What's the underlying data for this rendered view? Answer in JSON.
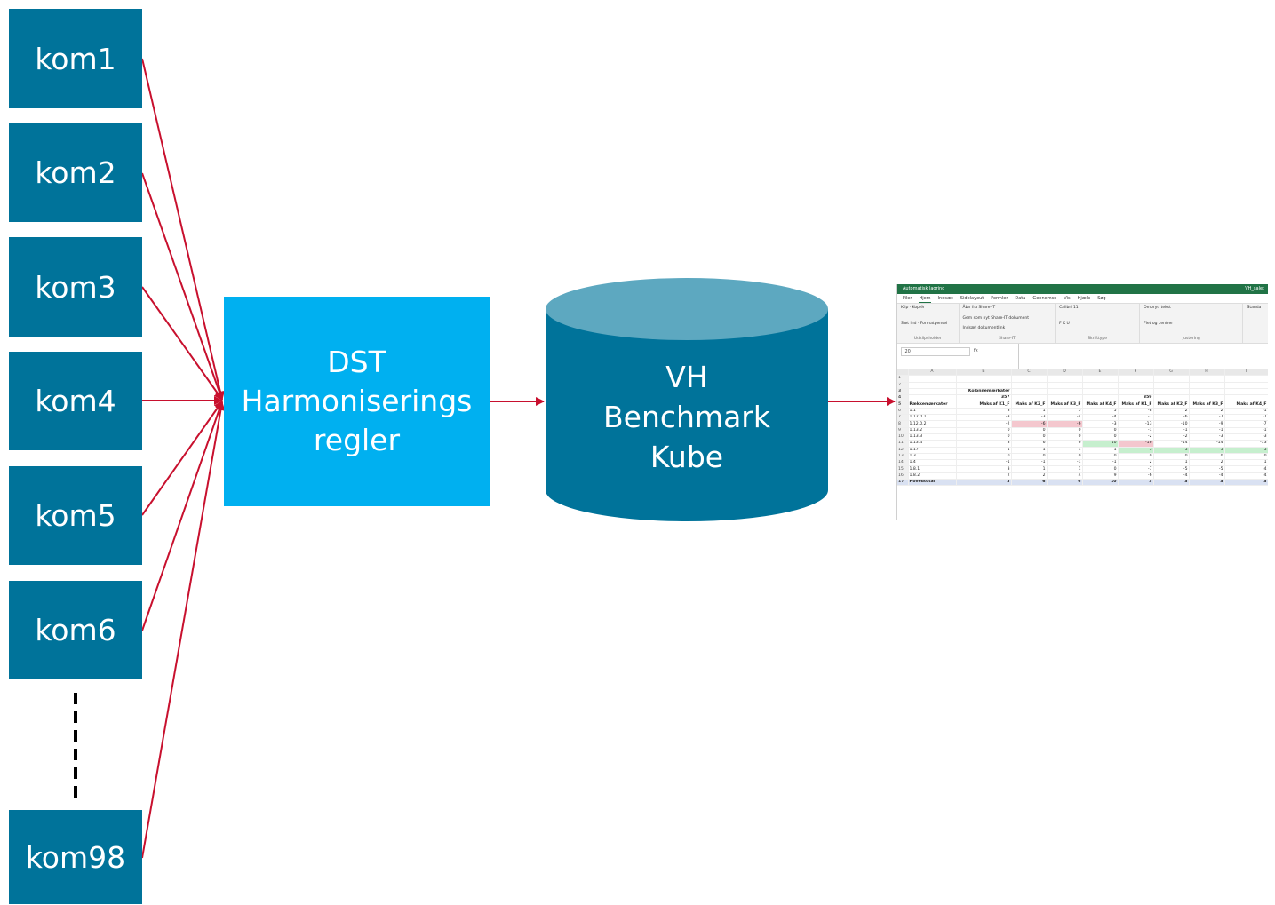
{
  "sources": [
    {
      "label": "kom1"
    },
    {
      "label": "kom2"
    },
    {
      "label": "kom3"
    },
    {
      "label": "kom4"
    },
    {
      "label": "kom5"
    },
    {
      "label": "kom6"
    },
    {
      "label": "kom98"
    }
  ],
  "harmonisering": {
    "line1": "DST",
    "line2": "Harmoniserings",
    "line3": "regler"
  },
  "kube": {
    "line1": "VH",
    "line2": "Benchmark",
    "line3": "Kube"
  },
  "colors": {
    "source_box": "#00739a",
    "harmonisering_box": "#00b0f0",
    "cylinder_body": "#00739a",
    "cylinder_top": "#5da8c0",
    "arrows": "#c8102e",
    "excel_green": "#217346"
  },
  "excel": {
    "title_left": "Automatisk lagring",
    "title_right": "VH_salet",
    "menu": [
      "Filer",
      "Hjem",
      "Indsæt",
      "Sidelayout",
      "Formler",
      "Data",
      "Gennemse",
      "Vis",
      "Hjælp",
      "Søg"
    ],
    "ribbon_groups": [
      {
        "items": [
          "Klip",
          "Kopiér",
          "Formatpensel",
          "Sæt ind"
        ],
        "name": "Udklipsholder"
      },
      {
        "items": [
          "Åbn fra Share-IT",
          "Gem som nyt Share-IT dokument",
          "Indsæt dokumentlink"
        ],
        "name": "Share-IT"
      },
      {
        "items": [
          "Calibri",
          "11",
          "F K U"
        ],
        "name": "Skrifttype"
      },
      {
        "items": [
          "Ombryd tekst",
          "Flet og centrer"
        ],
        "name": "Justering"
      },
      {
        "items": [
          "Standa"
        ],
        "name": ""
      }
    ],
    "namebox": "I20",
    "fx": "fx",
    "columns": [
      "",
      "A",
      "B",
      "C",
      "D",
      "E",
      "F",
      "G",
      "H",
      "I"
    ],
    "rows": [
      {
        "n": "1",
        "cells": [
          "",
          "",
          "",
          "",
          "",
          "",
          "",
          "",
          ""
        ]
      },
      {
        "n": "2",
        "cells": [
          "",
          "",
          "",
          "",
          "",
          "",
          "",
          "",
          ""
        ]
      },
      {
        "n": "3",
        "cells": [
          "",
          "Kolonnemærkater",
          "",
          "",
          "",
          "",
          "",
          "",
          ""
        ]
      },
      {
        "n": "4",
        "cells": [
          "",
          "357",
          "",
          "",
          "",
          "359",
          "",
          "",
          ""
        ]
      },
      {
        "n": "5",
        "cells": [
          "Rækkemærkater",
          "Maks af K1_F",
          "Maks af K2_F",
          "Maks af K3_F",
          "Maks af K4_F",
          "Maks af K1_F",
          "Maks af K2_F",
          "Maks af K3_F",
          "Maks af K4_F"
        ]
      },
      {
        "n": "6",
        "cells": [
          "1.1",
          "3",
          "1",
          "5",
          "5",
          "-8",
          "2",
          "2",
          "-1"
        ]
      },
      {
        "n": "7",
        "cells": [
          "1.12.0.1",
          "-3",
          "-3",
          "-4",
          "-4",
          "-7",
          "-6",
          "-7",
          "-7"
        ]
      },
      {
        "n": "8",
        "cells": [
          "1.12.0.2",
          "-2",
          "-6",
          "-6",
          "-3",
          "-13",
          "-10",
          "-9",
          "-7"
        ]
      },
      {
        "n": "9",
        "cells": [
          "1.13.2",
          "0",
          "0",
          "0",
          "0",
          "-1",
          "-1",
          "-1",
          "-1"
        ]
      },
      {
        "n": "10",
        "cells": [
          "1.13.3",
          "0",
          "0",
          "0",
          "0",
          "-2",
          "-2",
          "-3",
          "-3"
        ]
      },
      {
        "n": "11",
        "cells": [
          "1.13.4",
          "3",
          "6",
          "6",
          "10",
          "-16",
          "-14",
          "-14",
          "-13"
        ]
      },
      {
        "n": "12",
        "cells": [
          "1.17",
          "1",
          "1",
          "1",
          "1",
          "3",
          "3",
          "3",
          "3"
        ]
      },
      {
        "n": "13",
        "cells": [
          "1.3",
          "0",
          "0",
          "0",
          "0",
          "0",
          "0",
          "0",
          "0"
        ]
      },
      {
        "n": "14",
        "cells": [
          "1.4",
          "-1",
          "-1",
          "-1",
          "-1",
          "2",
          "1",
          "2",
          "1"
        ]
      },
      {
        "n": "15",
        "cells": [
          "1.8.1",
          "3",
          "1",
          "1",
          "0",
          "-7",
          "-5",
          "-5",
          "-4"
        ]
      },
      {
        "n": "16",
        "cells": [
          "1.8.2",
          "2",
          "2",
          "4",
          "9",
          "-6",
          "-4",
          "-4",
          "-4"
        ]
      },
      {
        "n": "17",
        "cells": [
          "Hovedtotal",
          "3",
          "6",
          "6",
          "10",
          "3",
          "3",
          "3",
          "3"
        ]
      }
    ]
  }
}
